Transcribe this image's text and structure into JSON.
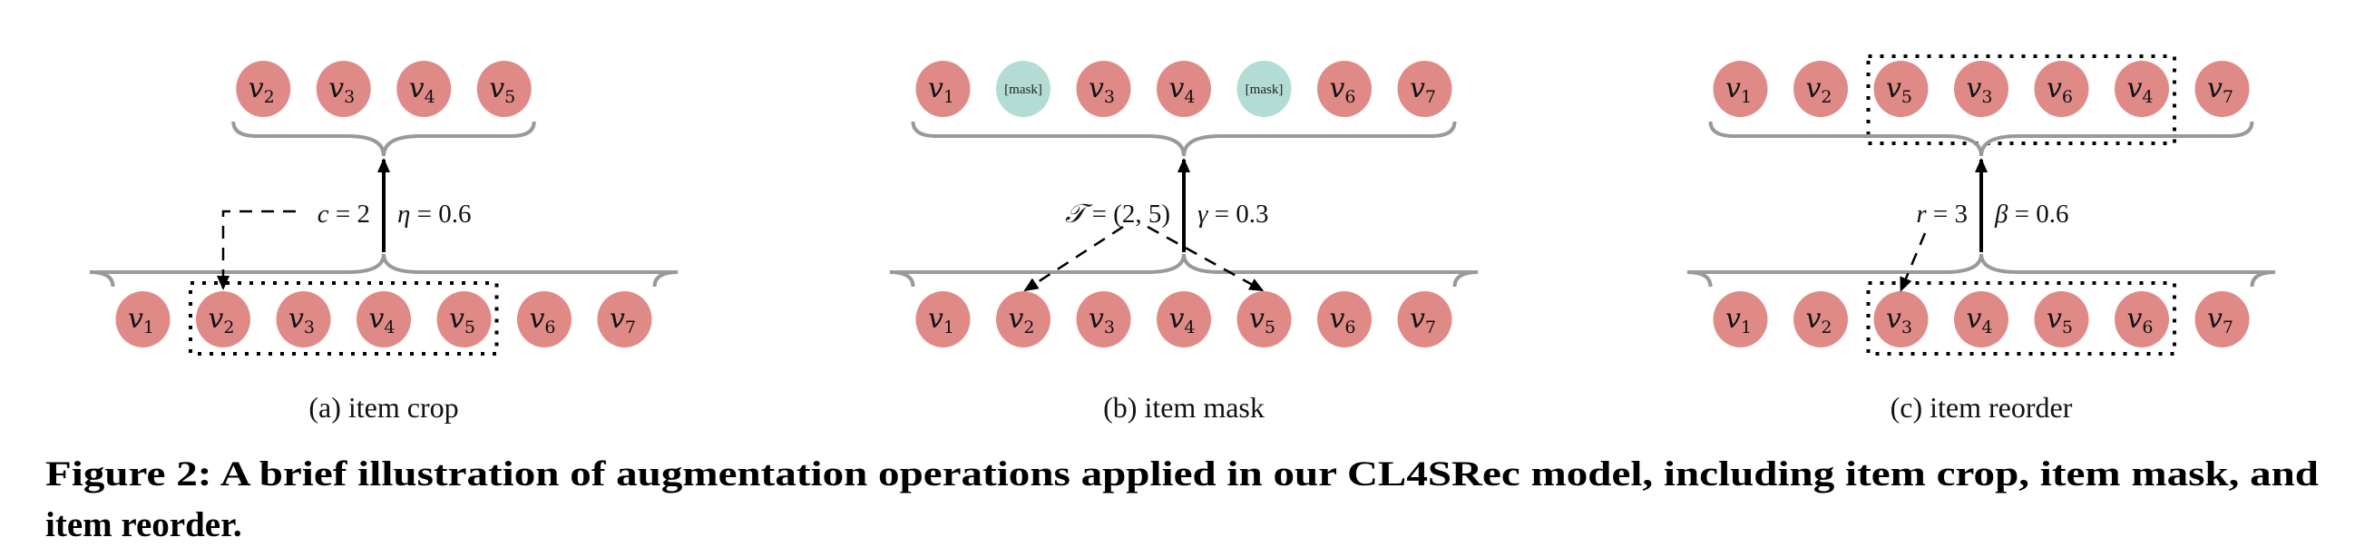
{
  "colors": {
    "item": "#e08a87",
    "mask": "#b3dcd5",
    "brace": "#999999",
    "arrow": "#000000"
  },
  "panels": [
    {
      "id": "crop",
      "subcaption": "(a) item crop",
      "input_sequence": [
        "v1",
        "v2",
        "v3",
        "v4",
        "v5",
        "v6",
        "v7"
      ],
      "output_sequence": [
        "v2",
        "v3",
        "v4",
        "v5"
      ],
      "highlight_input": [
        1,
        4
      ],
      "highlight_output": null,
      "operation_label": {
        "var": "c",
        "value": "2"
      },
      "ratio_label": {
        "var": "η",
        "value": "0.6"
      }
    },
    {
      "id": "mask",
      "subcaption": "(b) item mask",
      "input_sequence": [
        "v1",
        "v2",
        "v3",
        "v4",
        "v5",
        "v6",
        "v7"
      ],
      "output_sequence": [
        "v1",
        "[mask]",
        "v3",
        "v4",
        "[mask]",
        "v6",
        "v7"
      ],
      "highlight_input": null,
      "highlight_output": null,
      "operation_label": {
        "var": "𝒯",
        "value": "(2, 5)"
      },
      "ratio_label": {
        "var": "γ",
        "value": "0.3"
      }
    },
    {
      "id": "reorder",
      "subcaption": "(c) item reorder",
      "input_sequence": [
        "v1",
        "v2",
        "v3",
        "v4",
        "v5",
        "v6",
        "v7"
      ],
      "output_sequence": [
        "v1",
        "v2",
        "v5",
        "v3",
        "v6",
        "v4",
        "v7"
      ],
      "highlight_input": [
        2,
        5
      ],
      "highlight_output": [
        2,
        5
      ],
      "operation_label": {
        "var": "r",
        "value": "3"
      },
      "ratio_label": {
        "var": "β",
        "value": "0.6"
      }
    }
  ],
  "caption": {
    "line1": "Figure 2: A brief illustration of augmentation operations applied in our CL4SRec model, including item crop, item mask, and",
    "line2": "item reorder."
  }
}
